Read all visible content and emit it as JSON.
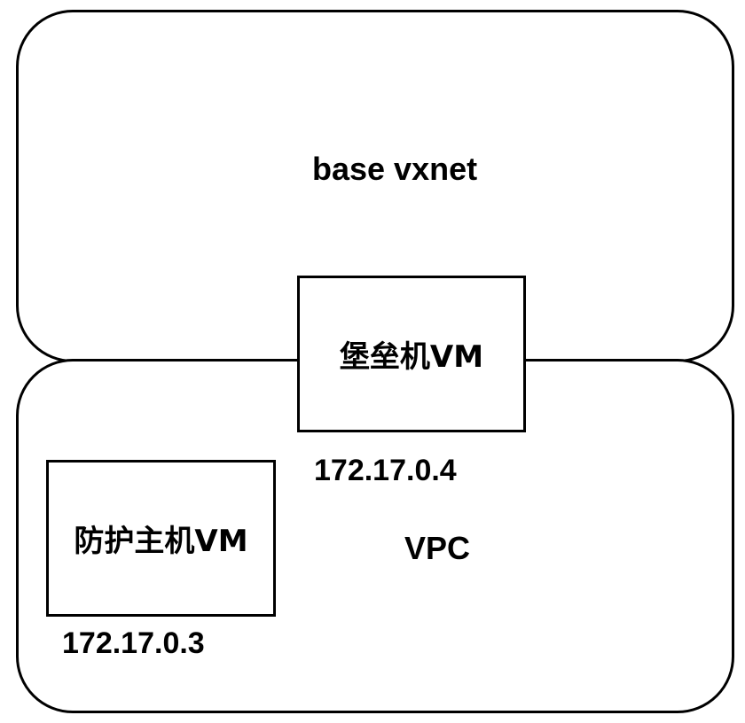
{
  "regions": {
    "base": {
      "label": "base vxnet"
    },
    "vpc": {
      "label": "VPC"
    }
  },
  "nodes": {
    "bastion": {
      "label": "堡垒机VM",
      "ip": "172.17.0.4"
    },
    "protected": {
      "label": "防护主机VM",
      "ip": "172.17.0.3"
    }
  }
}
